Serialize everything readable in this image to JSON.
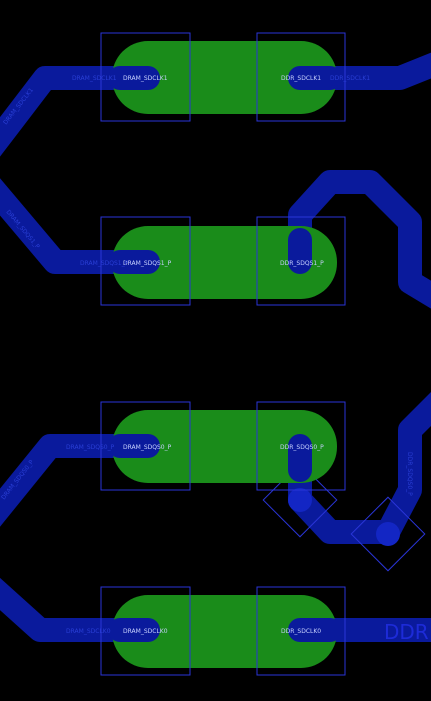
{
  "colors": {
    "background": "#000000",
    "copper_trace": "#0a1a9c",
    "pad_fill": "#1a8c1a",
    "courtyard_outline": "#2a35d8",
    "via_ring": "#2a35d8"
  },
  "pads": {
    "row1_left_net": "DRAM_SDCLK1",
    "row1_right_net": "DDR_SDCLK1",
    "row2_left_net": "DRAM_SDQS1_P",
    "row2_right_net": "DDR_SDQS1_P",
    "row3_left_net": "DRAM_SDQS0_P",
    "row3_right_net": "DDR_SDQS0_P",
    "row4_left_net": "DRAM_SDCLK0",
    "row4_right_net": "DDR_SDCLK0"
  },
  "traces": {
    "t1_left": "DRAM_SDCLK1",
    "t1_right": "DDR_SDCLK1",
    "t2_left": "DRAM_SDQS1_P",
    "t3_left": "DRAM_SDQS0_P",
    "t3_right": "DDR_SDQS0_P",
    "t4_left": "DRAM_SDCLK0",
    "t1_diag": "DRAM_SDCLK1",
    "t2_diag": "DRAM_SDQS1_P",
    "t3_diag": "DRAM_SDQS0_P"
  },
  "overlay_text": "DDR"
}
